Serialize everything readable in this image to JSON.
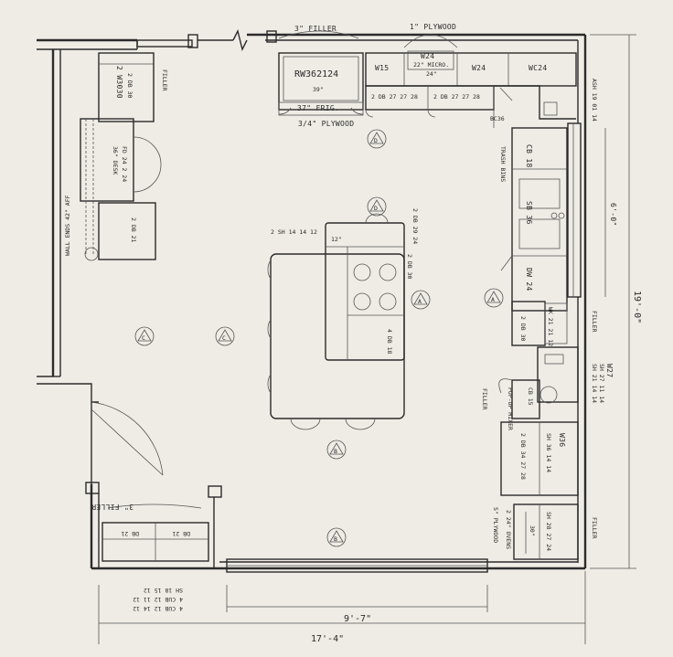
{
  "plan": {
    "dims": {
      "overall_width": "17'-4\"",
      "overall_depth": "19'-0\"",
      "window_width": "9'-7\"",
      "sink_wall": "6'-0\""
    },
    "cabinets": {
      "filler_3in_top": "3\" FILLER",
      "plywood_1in": "1\" PLYWOOD",
      "fridge_cab": "RW362124",
      "fridge_width_39": "39\"",
      "fridge_37": "37\" FRIG.",
      "plywood_34": "3/4\" PLYWOOD",
      "w15": "W15",
      "w24_micro": "W24",
      "micro_22": "22\" MICRO.",
      "dim_24": "24\"",
      "w24": "W24",
      "wc24": "WC24",
      "db_left": "2 DB 27 27 28",
      "db_right": "2 DB 27 27 28",
      "bc36": "BC36",
      "ash": "ASH 19 01 14",
      "trash_bins": "TRASH BINS",
      "cb18": "CB 18",
      "sb36": "SB 36",
      "dw24": "DW 24",
      "wk": "WK 21 21 12",
      "db30_right": "2 DB 30",
      "filler_right1": "FILLER",
      "w27": "W27",
      "sh27": "SH 27 11 14",
      "sh21": "SH 21 14 14",
      "filler_mixer": "FILLER",
      "popup_mixer": "POP-UP MIXER",
      "cb15": "CB 15",
      "w36": "W36",
      "sh36": "SH 36 14 14",
      "db_34": "2 DB 34 27 28",
      "ovens": "2 24\" OVENS",
      "ply_5": "5\" PLYWOOD",
      "dim_30": "30\"",
      "sh28": "SH 28 27 24",
      "filler_right2": "FILLER",
      "w3030": "2 W3030",
      "db30_left": "2 DB 30",
      "filler_left": "FILLER",
      "desk": "36\" DESK",
      "fd": "FD 24 2 24",
      "db21_left": "2 DB 21",
      "wall_ends": "WALL ENDS 42\" AFF",
      "island_sh": "2 SH 14 14 12",
      "island_12": "12\"",
      "island_db": "2 DB 29 24",
      "island_db30": "2 DB 30",
      "island_4db": "4 DB 18",
      "filler_bottom": "3\" FILLER",
      "db21_a": "DB 21",
      "db21_b": "DB 21",
      "bottom_notes": [
        "SH 18 15 12",
        "4 CUB 12 11 12",
        "4 CUB 12 14 12"
      ]
    },
    "section_marks": {
      "a": "A",
      "b": "B",
      "c": "C",
      "d": "D"
    }
  }
}
